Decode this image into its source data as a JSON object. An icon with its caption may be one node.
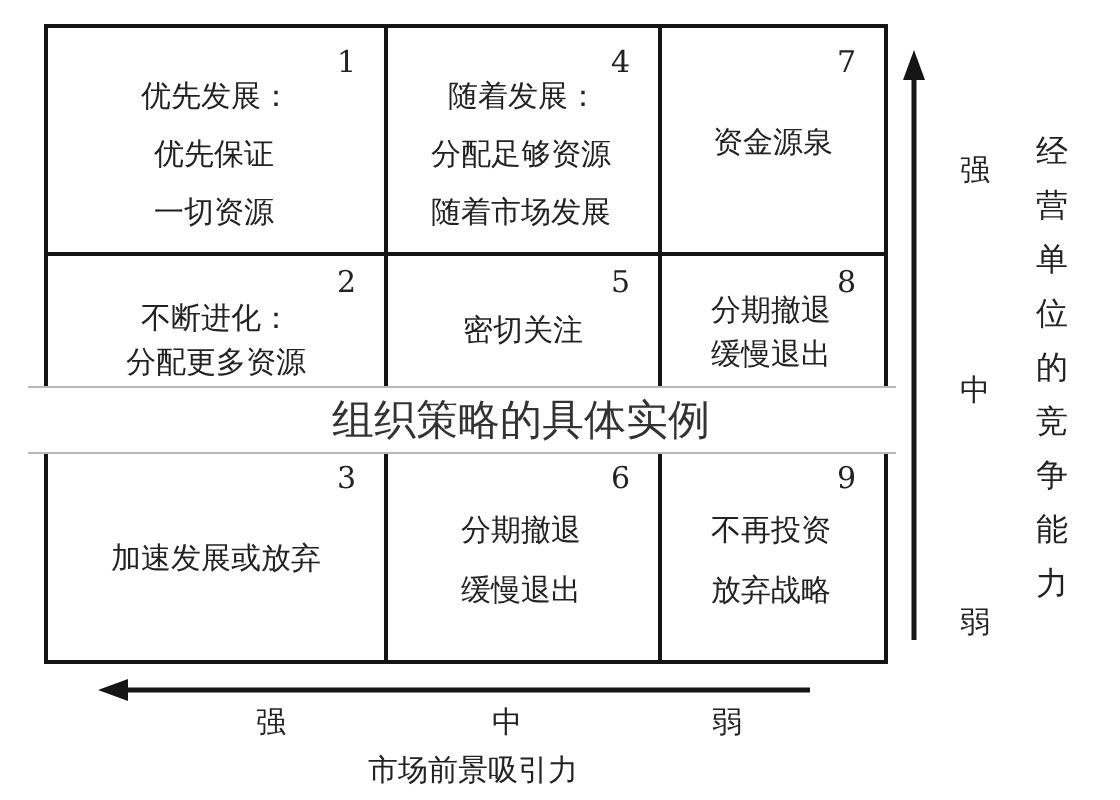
{
  "diagram": {
    "caption": "组织策略的具体实例",
    "nodes": [
      {
        "text": [
          "1",
          "优先发展：",
          "优先保证一切资源"
        ]
      },
      {
        "text": [
          "4",
          "随着发展：",
          "分配足够资源随着市场发展"
        ]
      },
      {
        "text": [
          "7",
          "资金源泉"
        ]
      },
      {
        "text": [
          "2",
          "不断进化：",
          "分配更多资源"
        ]
      },
      {
        "text": [
          "5",
          "密切关注"
        ]
      },
      {
        "text": [
          "8",
          "分期撤退缓慢退出"
        ]
      },
      {
        "text": [
          "3",
          "加速发展或放弃"
        ]
      },
      {
        "text": [
          "6",
          "分期撤退缓慢退出"
        ]
      },
      {
        "text": [
          "9",
          "不再投资放弃战略"
        ]
      }
    ],
    "labels": [
      "强",
      "中",
      "弱",
      "经营单位的竞争能力",
      "强",
      "中",
      "弱",
      "市场前景吸引力"
    ]
  }
}
